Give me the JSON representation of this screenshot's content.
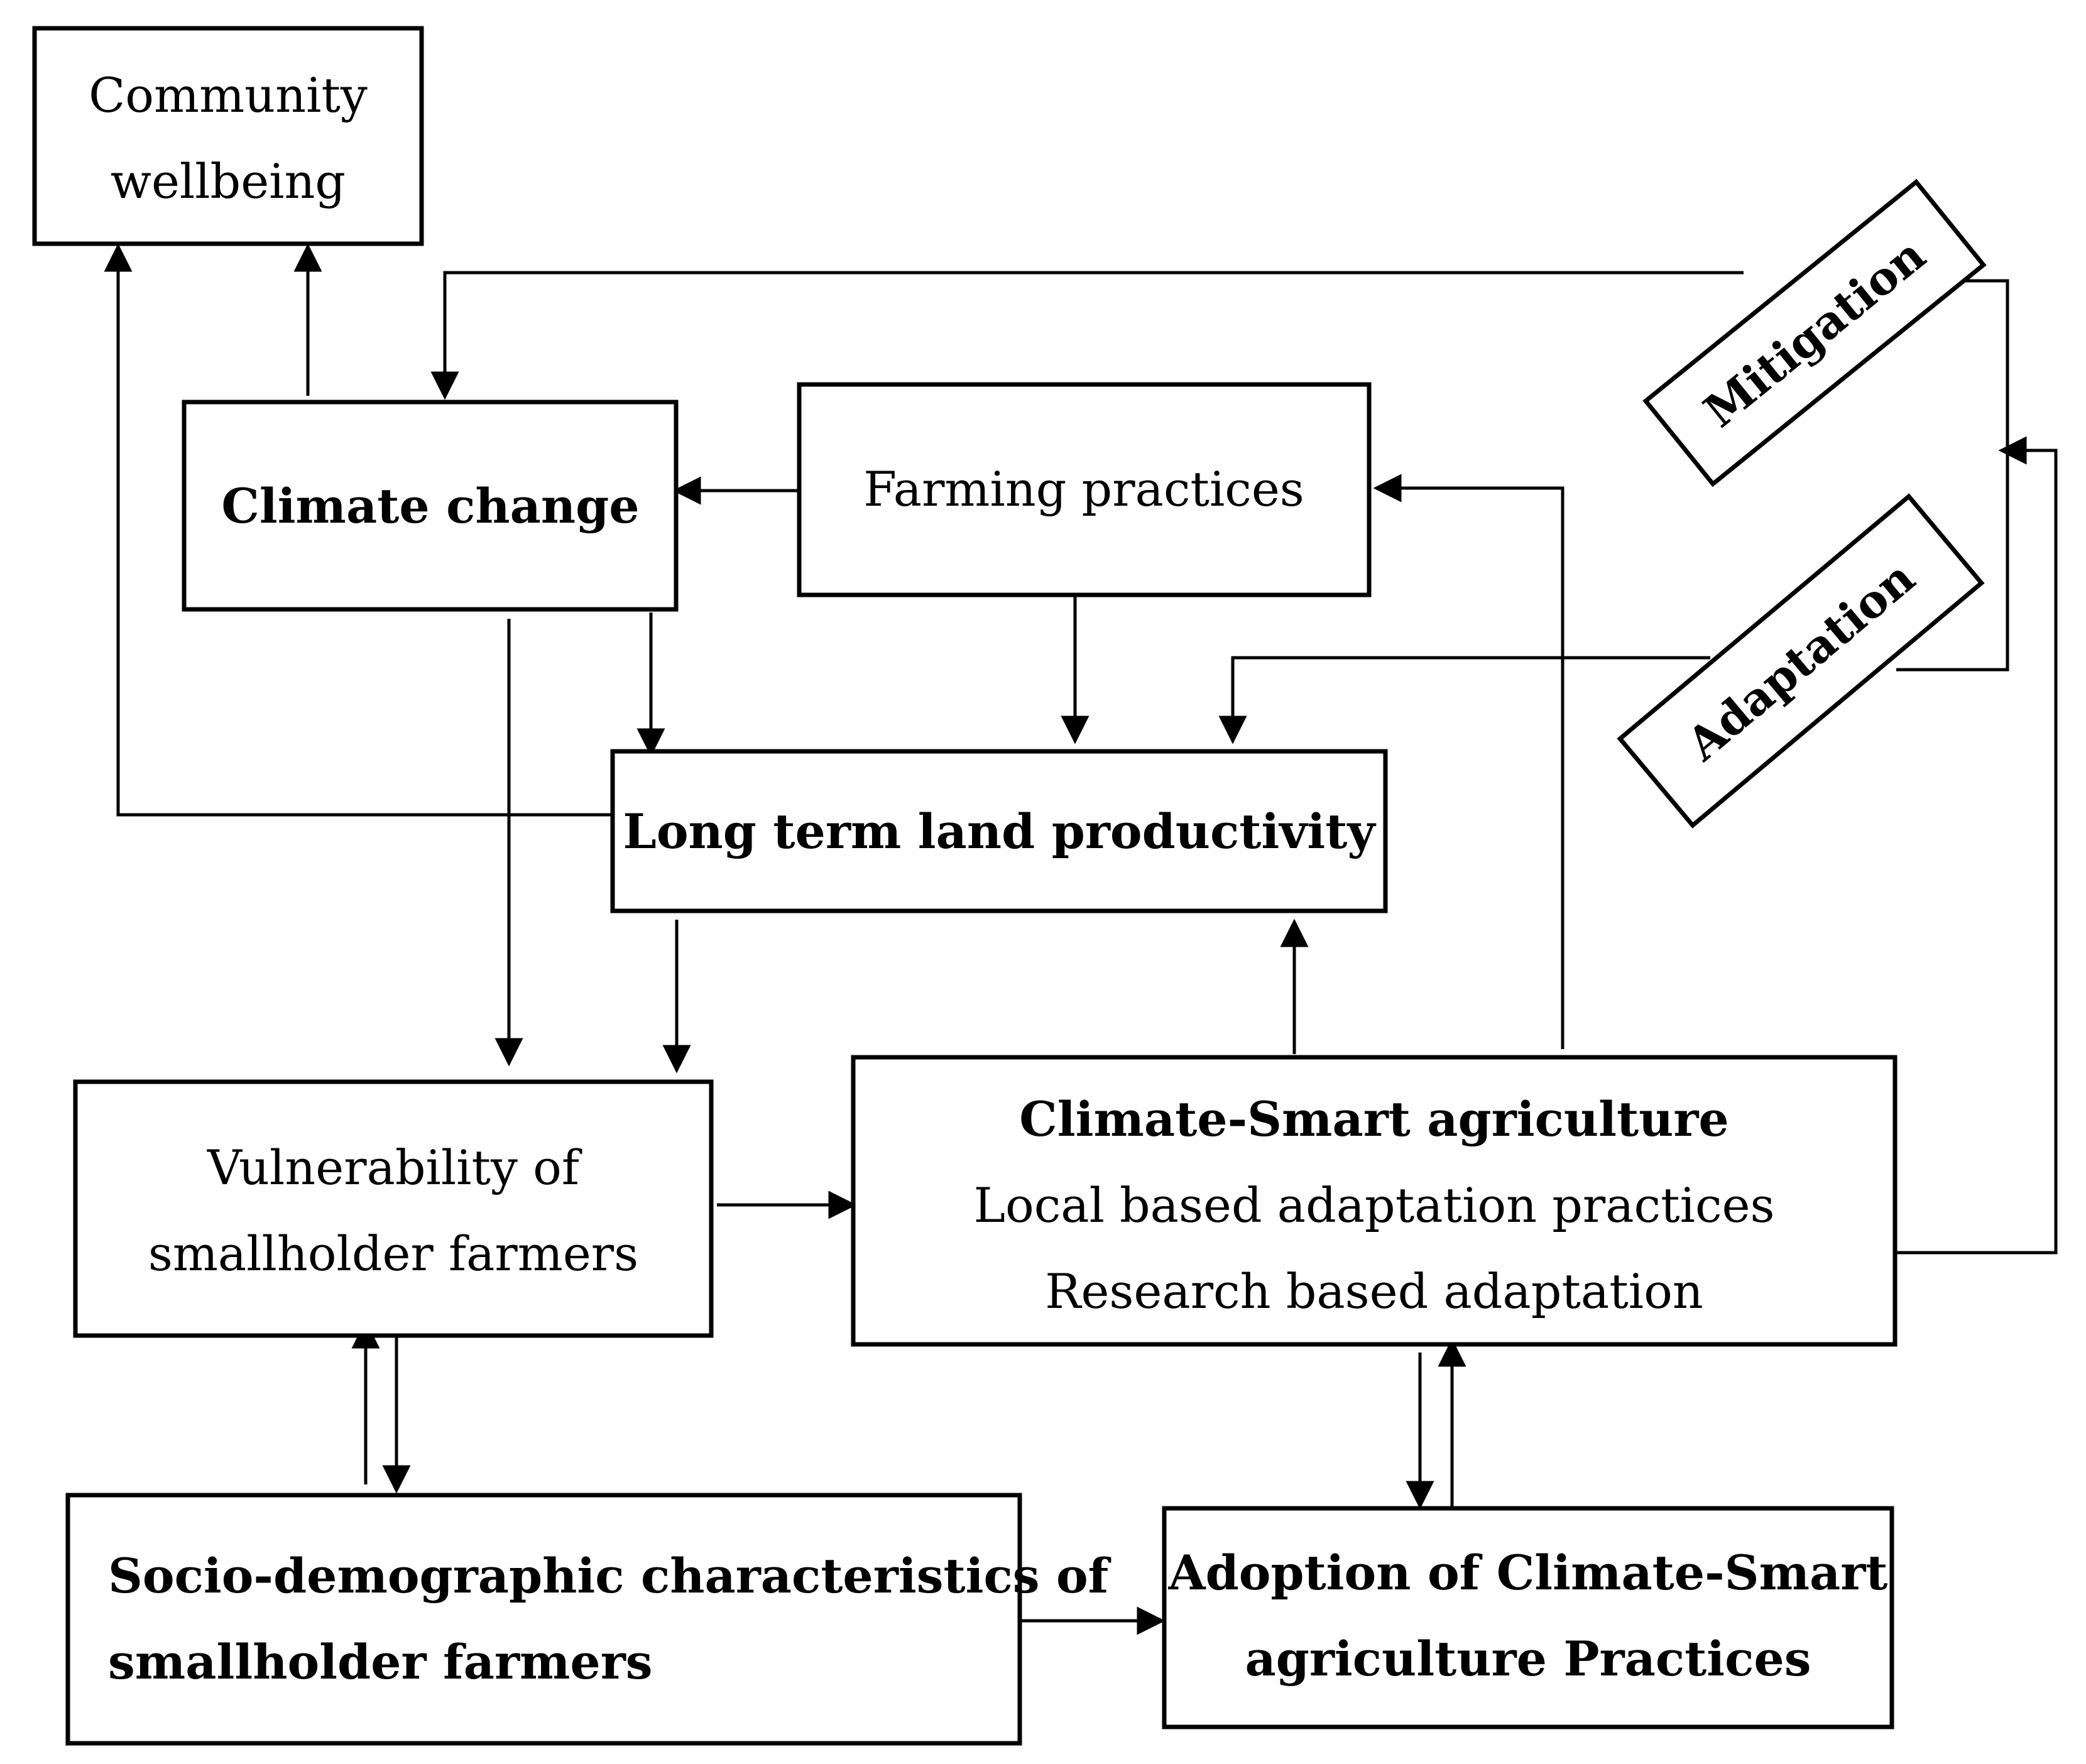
{
  "nodes": {
    "community": {
      "line1": "Community",
      "line2": "wellbeing"
    },
    "climate_change": {
      "label": "Climate change"
    },
    "farming": {
      "label": "Farming practices"
    },
    "land": {
      "label": "Long term land productivity"
    },
    "vulnerability": {
      "line1": "Vulnerability of",
      "line2": "smallholder farmers"
    },
    "csa": {
      "title": "Climate-Smart agriculture",
      "line2": "Local based adaptation practices",
      "line3": "Research based adaptation"
    },
    "socio": {
      "line1": "Socio-demographic characteristics of",
      "line2": "smallholder farmers"
    },
    "adoption": {
      "line1": "Adoption of Climate-Smart",
      "line2": "agriculture Practices"
    },
    "mitigation": {
      "label": "Mitigation"
    },
    "adaptation": {
      "label": "Adaptation"
    }
  },
  "edges": [
    {
      "from": "climate_change",
      "to": "community"
    },
    {
      "from": "land",
      "to": "community"
    },
    {
      "from": "mitigation",
      "to": "climate_change"
    },
    {
      "from": "farming",
      "to": "climate_change"
    },
    {
      "from": "climate_change",
      "to": "land"
    },
    {
      "from": "farming",
      "to": "land"
    },
    {
      "from": "adaptation",
      "to": "land"
    },
    {
      "from": "climate_change",
      "to": "vulnerability"
    },
    {
      "from": "land",
      "to": "vulnerability"
    },
    {
      "from": "vulnerability",
      "to": "csa"
    },
    {
      "from": "csa",
      "to": "land"
    },
    {
      "from": "csa",
      "to": "farming"
    },
    {
      "from": "csa",
      "to": "mitigation"
    },
    {
      "from": "csa",
      "to": "adaptation"
    },
    {
      "from": "vulnerability",
      "to": "socio"
    },
    {
      "from": "socio",
      "to": "vulnerability"
    },
    {
      "from": "socio",
      "to": "adoption"
    },
    {
      "from": "csa",
      "to": "adoption"
    },
    {
      "from": "adoption",
      "to": "csa"
    }
  ]
}
